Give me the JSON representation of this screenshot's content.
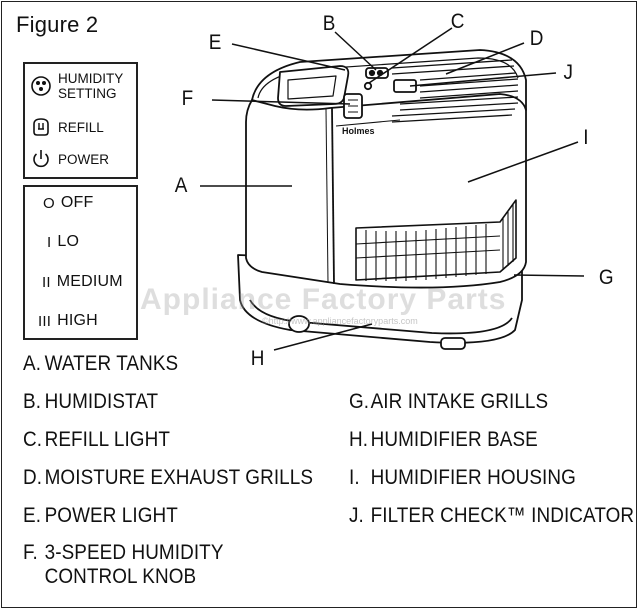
{
  "figure_title": "Figure 2",
  "legend": {
    "items": [
      {
        "icon": "humidity-setting-icon",
        "label": "HUMIDITY\nSETTING"
      },
      {
        "icon": "refill-icon",
        "label": "REFILL"
      },
      {
        "icon": "power-icon",
        "label": "POWER"
      }
    ]
  },
  "speed_settings": [
    {
      "symbol": "O",
      "label": "OFF"
    },
    {
      "symbol": "I",
      "label": "LO"
    },
    {
      "symbol": "II",
      "label": "MEDIUM"
    },
    {
      "symbol": "III",
      "label": "HIGH"
    }
  ],
  "callouts": [
    "A",
    "B",
    "C",
    "D",
    "E",
    "F",
    "G",
    "H",
    "I",
    "J"
  ],
  "brand_label": "Holmes",
  "watermark": {
    "text": "Appliance Factory Parts",
    "url": "©http://www.appliancefactoryparts.com"
  },
  "parts": [
    {
      "letter": "A.",
      "name": "WATER TANKS"
    },
    {
      "letter": "B.",
      "name": "HUMIDISTAT"
    },
    {
      "letter": "C.",
      "name": "REFILL LIGHT"
    },
    {
      "letter": "D.",
      "name": "MOISTURE EXHAUST GRILLS"
    },
    {
      "letter": "E.",
      "name": "POWER LIGHT"
    },
    {
      "letter": "F.",
      "name": "3-SPEED HUMIDITY",
      "name2": "CONTROL KNOB"
    },
    {
      "letter": "G.",
      "name": "AIR INTAKE GRILLS"
    },
    {
      "letter": "H.",
      "name": "HUMIDIFIER BASE"
    },
    {
      "letter": "I.",
      "name": "HUMIDIFIER HOUSING"
    },
    {
      "letter": "J.",
      "name": "FILTER CHECK™ INDICATOR"
    }
  ]
}
